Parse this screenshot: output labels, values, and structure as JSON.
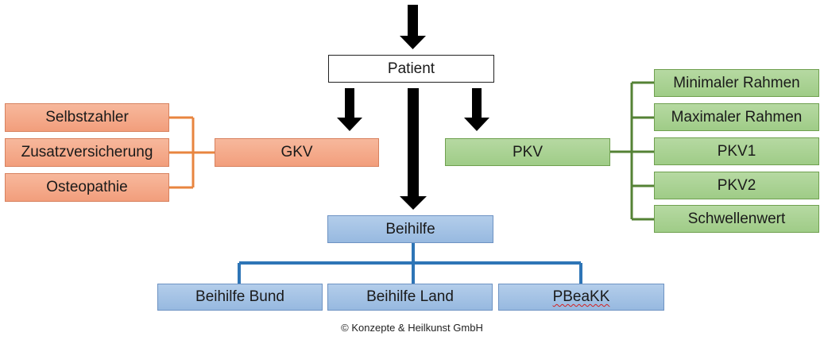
{
  "patient": "Patient",
  "gkv": {
    "label": "GKV",
    "items": [
      "Selbstzahler",
      "Zusatzversicherung",
      "Osteopathie"
    ]
  },
  "pkv": {
    "label": "PKV",
    "items": [
      "Minimaler Rahmen",
      "Maximaler Rahmen",
      "PKV1",
      "PKV2",
      "Schwellenwert"
    ]
  },
  "beihilfe": {
    "label": "Beihilfe",
    "items": [
      "Beihilfe Bund",
      "Beihilfe Land",
      "PBeaKK"
    ]
  },
  "copyright": "© Konzepte & Heilkunst GmbH",
  "colors": {
    "orange": "#f4a582",
    "green": "#a9d18e",
    "blue": "#9dc3e6",
    "orange_line": "#e8853f",
    "green_line": "#548235",
    "blue_line": "#2e75b6",
    "arrow": "#000000"
  }
}
